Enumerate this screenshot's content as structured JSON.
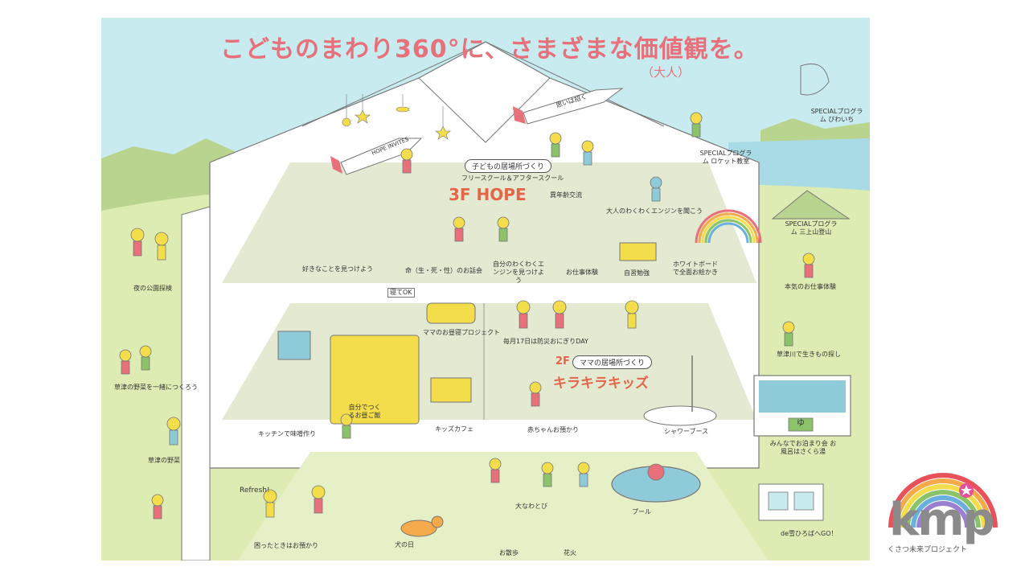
{
  "headline": "こどものまわり360°に、さまざまな価値観を。",
  "subhead": "（大人）",
  "rockets": {
    "left": "HOPE INVITES",
    "right": "思いは招く"
  },
  "floors": {
    "third": {
      "pill": "子どもの居場所づくり",
      "sub": "フリースクール＆アフタースクール",
      "tag": "3F HOPE"
    },
    "second": {
      "pill": "ママの居場所づくり",
      "tag_num": "2F",
      "tag": "キラキラキッズ"
    }
  },
  "sign": "寝てOK",
  "refresh": "Refresh!",
  "pool_sign": "ゆ",
  "labels": {
    "yoru_koen": "夜の公園探検",
    "kusatsu_yasai_isshoni": "草津の野菜を一緒につくろう",
    "kusatsu_yasai": "草津の野菜",
    "komatta": "困ったときはお預かり",
    "suki": "好きなことを見つけよう",
    "inochi": "命（生・死・性）のお話会",
    "waku_engine_mitsukeyou": "自分のわくわくエンジンを見つけよう",
    "oshigoto": "お仕事体験",
    "jishu": "自習勉強",
    "whiteboard": "ホワイトボードで全面お絵かき",
    "sedai": "異年齢交流",
    "otona_engine": "大人のわくわくエンジンを聞こう",
    "rocket_class": "SPECIALプログラム ロケット教室",
    "biwaichi": "SPECIALプログラム びわいち",
    "mikami": "SPECIALプログラム 三上山登山",
    "honkaku_oshigoto": "本気のお仕事体験",
    "ikimono": "草津川で生きもの探し",
    "otomari": "みんなでお泊まり会 お風呂はさくら湯",
    "mama_hirune": "ママのお昼寝プロジェクト",
    "bousai": "毎月17日は防災おにぎりDAY",
    "kitchen": "キッチンで味噌作り",
    "ohiru": "自分でつくるお昼ご飯",
    "kids_cafe": "キッズカフェ",
    "akachan": "赤ちゃんお預かり",
    "shower": "シャワーブース",
    "ohnawa": "大なわとび",
    "pool": "プール",
    "inu": "犬の日",
    "osanpo": "お散歩",
    "hanabi": "花火",
    "densha": "de雪ひろばへGO！"
  },
  "logo": {
    "mark": "kmp",
    "caption": "くさつ未来プロジェクト",
    "icon": "rainbow-star-icon"
  },
  "colors": {
    "sky": "#c7ebef",
    "grass": "#dcecb3",
    "house": "#ffffff",
    "floor": "#e3ead1",
    "accent": "#e8707a",
    "yellow": "#f4dd4a",
    "sea": "#a9dbe6"
  }
}
